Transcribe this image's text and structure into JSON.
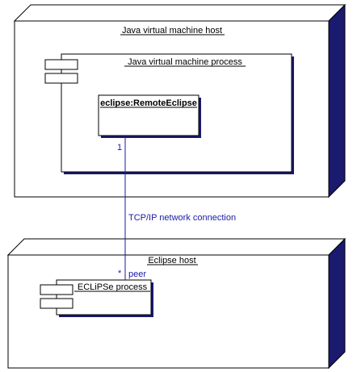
{
  "diagram": {
    "jvm_host": {
      "label": "Java virtual machine host"
    },
    "jvm_process": {
      "label": "Java virtual machine process"
    },
    "remote_object": {
      "label": "eclipse:RemoteEclipse"
    },
    "connection": {
      "label": "TCP/IP network connection",
      "top_multiplicity": "1",
      "bottom_multiplicity": "*",
      "bottom_role": "peer"
    },
    "eclipse_host": {
      "label": "Eclipse host"
    },
    "eclipse_process": {
      "label": "ECLiPSe process"
    },
    "colors": {
      "line": "#000000",
      "shadow": "#1a1a6e",
      "connector": "#1a1aa6"
    }
  }
}
